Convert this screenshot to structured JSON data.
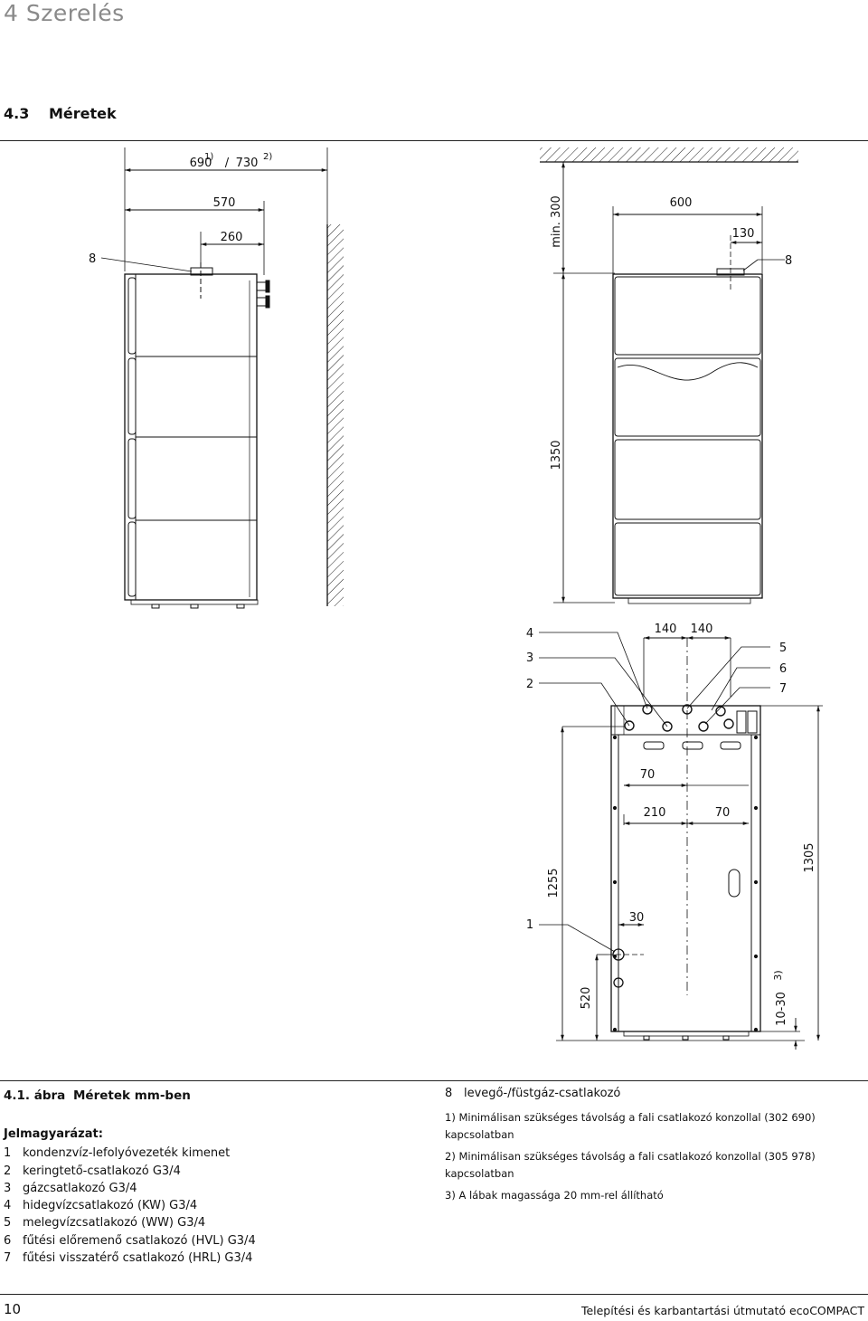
{
  "header": {
    "chapter": "4 Szerelés",
    "section_number": "4.3",
    "section_title": "Méretek"
  },
  "figure": {
    "caption_label": "4.1. ábra",
    "caption_text": "Méretek mm-ben",
    "side_view": {
      "depth_total_a": "690",
      "depth_note_a": "1)",
      "depth_sep": "/",
      "depth_total_b": "730",
      "depth_note_b": "2)",
      "depth_570": "570",
      "depth_260": "260",
      "label_8": "8"
    },
    "front_view": {
      "min_clearance": "min. 300",
      "width_600": "600",
      "offset_130": "130",
      "height_1350": "1350",
      "label_8": "8"
    },
    "rear_view": {
      "labels_left": [
        "4",
        "3",
        "2"
      ],
      "labels_right": [
        "5",
        "6",
        "7"
      ],
      "spacing_140a": "140",
      "spacing_140b": "140",
      "dim_70_top": "70",
      "dim_210": "210",
      "dim_70_right": "70",
      "dim_1305": "1305",
      "dim_1255": "1255",
      "label_1": "1",
      "dim_30": "30",
      "dim_520": "520",
      "dim_feet": "10-30",
      "dim_feet_note": "3)"
    }
  },
  "legend": {
    "heading": "Jelmagyarázat:",
    "items": [
      {
        "num": "1",
        "text": "kondenzvíz-lefolyóvezeték kimenet"
      },
      {
        "num": "2",
        "text": "keringtető-csatlakozó G3/4"
      },
      {
        "num": "3",
        "text": "gázcsatlakozó G3/4"
      },
      {
        "num": "4",
        "text": "hidegvízcsatlakozó (KW) G3/4"
      },
      {
        "num": "5",
        "text": "melegvízcsatlakozó (WW) G3/4"
      },
      {
        "num": "6",
        "text": "fűtési előremenő csatlakozó (HVL) G3/4"
      },
      {
        "num": "7",
        "text": "fűtési visszatérő csatlakozó (HRL) G3/4"
      }
    ],
    "item8": {
      "num": "8",
      "text": "levegő-/füstgáz-csatlakozó"
    }
  },
  "notes": [
    "1) Minimálisan szükséges távolság a fali csatlakozó konzollal (302 690) kapcsolatban",
    "2) Minimálisan szükséges távolság a fali csatlakozó konzollal (305 978) kapcsolatban",
    "3) A lábak magassága 20 mm-rel állítható"
  ],
  "footer": {
    "page_number": "10",
    "doc_title": "Telepítési és karbantartási útmutató ecoCOMPACT"
  }
}
